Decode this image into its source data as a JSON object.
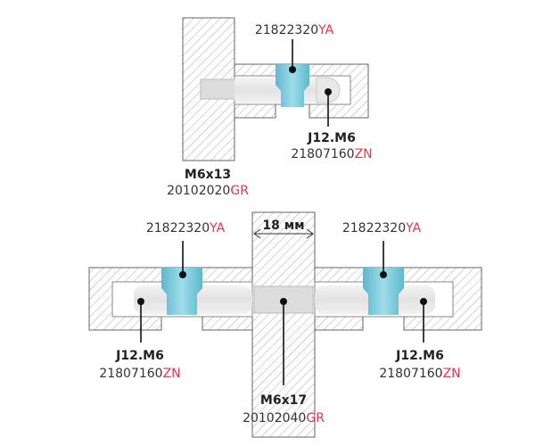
{
  "colors": {
    "accent_red": "#e8344a",
    "insert_blue": "#7cc9d8",
    "text": "#333333"
  },
  "top_assembly": {
    "insert": {
      "code": "21822320",
      "suffix": "YA"
    },
    "connector": {
      "name": "J12.M6",
      "code": "21807160",
      "suffix": "ZN"
    },
    "screw": {
      "name": "M6x13",
      "code": "20102020",
      "suffix": "GR"
    }
  },
  "bottom_assembly": {
    "dimension": "18 мм",
    "left_insert": {
      "code": "21822320",
      "suffix": "YA"
    },
    "right_insert": {
      "code": "21822320",
      "suffix": "YA"
    },
    "left_connector": {
      "name": "J12.M6",
      "code": "21807160",
      "suffix": "ZN"
    },
    "right_connector": {
      "name": "J12.M6",
      "code": "21807160",
      "suffix": "ZN"
    },
    "screw": {
      "name": "M6x17",
      "code": "20102040",
      "suffix": "GR"
    }
  }
}
